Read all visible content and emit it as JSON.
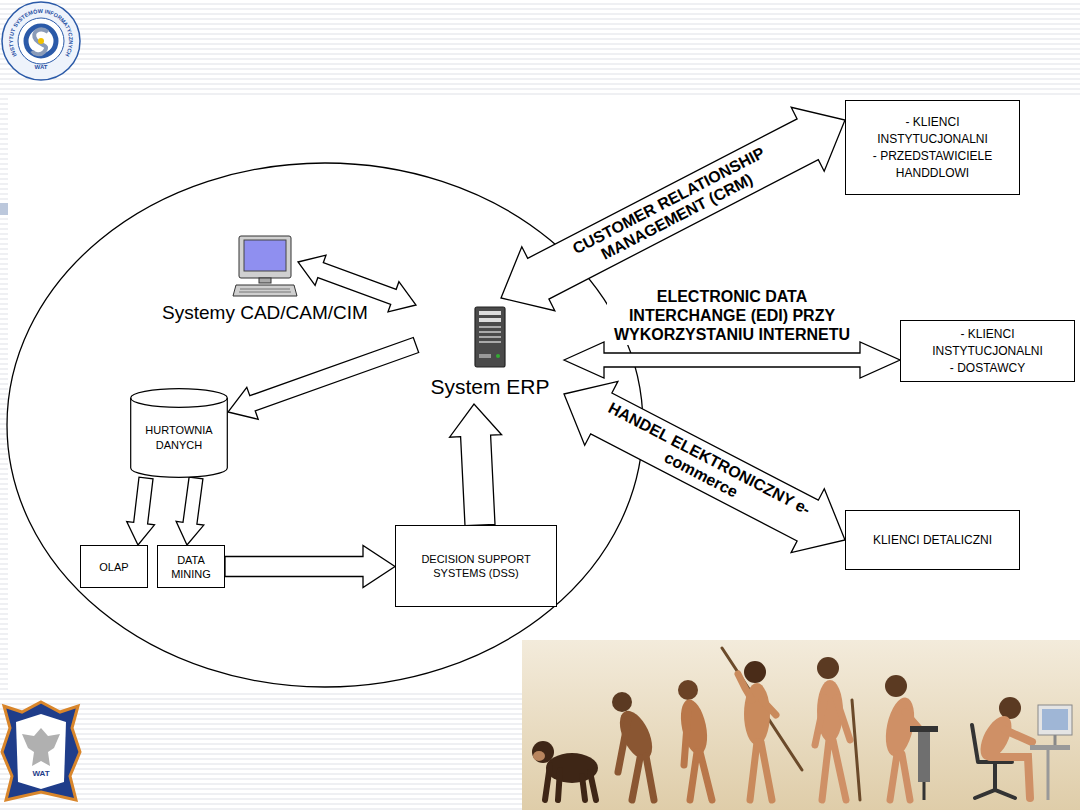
{
  "diagram": {
    "nodes": [
      {
        "text": [
          "Systemy CAD/CAM/CIM"
        ]
      },
      {
        "text": [
          "System ERP"
        ]
      },
      {
        "text": [
          "HURTOWNIA DANYCH"
        ]
      },
      {
        "text": [
          "OLAP"
        ]
      },
      {
        "text": [
          "DATA MINING"
        ]
      },
      {
        "text": [
          "DECISION SUPPORT SYSTEMS (DSS)"
        ]
      },
      {
        "text": [
          "- KLIENCI INSTYTUCJONALNI",
          "- PRZEDSTAWICIELE HANDDLOWI"
        ]
      },
      {
        "text": [
          "- KLIENCI INSTYTUCJONALNI",
          "- DOSTAWCY"
        ]
      },
      {
        "text": [
          "KLIENCI DETALICZNI"
        ]
      }
    ],
    "edges": [
      {
        "from": 0,
        "to": 1,
        "arrow": "both"
      },
      {
        "from": 1,
        "to": 2,
        "arrow": "to"
      },
      {
        "from": 2,
        "to": 3,
        "arrow": "to"
      },
      {
        "from": 2,
        "to": 4,
        "arrow": "to"
      },
      {
        "from": 4,
        "to": 5,
        "arrow": "to"
      },
      {
        "from": 5,
        "to": 1,
        "arrow": "to"
      },
      {
        "from": 1,
        "to": 6,
        "label": "CUSTOMER RELATIONSHIP MANAGEMENT (CRM)",
        "arrow": "both"
      },
      {
        "from": 1,
        "to": 7,
        "label": "ELECTRONIC DATA INTERCHANGE (EDI) PRZY WYKORZYSTANIU INTERNETU",
        "arrow": "both"
      },
      {
        "from": 1,
        "to": 8,
        "label": "HANDEL ELEKTRONICZNY e-commerce",
        "arrow": "both"
      }
    ],
    "labels": [
      "INSTYTUT SYSTEMÓW INFORMATYCZNYCH",
      "WAT",
      "WAT"
    ]
  }
}
